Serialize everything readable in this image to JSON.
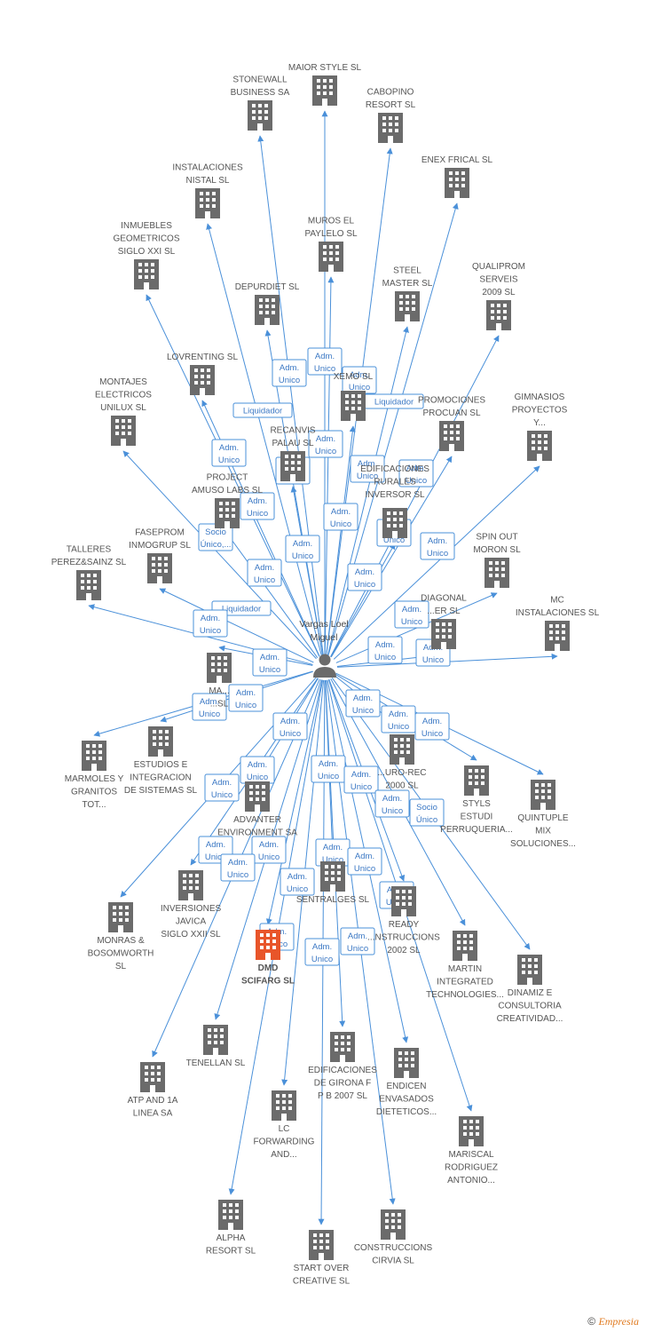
{
  "center": {
    "name": "Vargas Loel Miguel",
    "icon": "person-icon"
  },
  "colors": {
    "edge": "#4a90d9",
    "building": "#6b6b6b",
    "highlight": "#e8552a"
  },
  "companies": [
    {
      "id": "maior",
      "name": "MAIOR STYLE SL"
    },
    {
      "id": "stonewall",
      "name": "STONEWALL BUSINESS SA"
    },
    {
      "id": "cabopino",
      "name": "CABOPINO RESORT SL"
    },
    {
      "id": "instalaciones-nistal",
      "name": "INSTALACIONES NISTAL SL"
    },
    {
      "id": "enex",
      "name": "ENEX FRICAL SL"
    },
    {
      "id": "inmuebles",
      "name": "INMUEBLES GEOMETRICOS SIGLO XXI SL"
    },
    {
      "id": "muros",
      "name": "MUROS EL PAYLELO SL"
    },
    {
      "id": "steel",
      "name": "STEEL MASTER SL"
    },
    {
      "id": "qualiprom",
      "name": "QUALIPROM SERVEIS 2009 SL"
    },
    {
      "id": "depurdiet",
      "name": "DEPURDIET SL"
    },
    {
      "id": "lovrenting",
      "name": "LOVRENTING SL"
    },
    {
      "id": "xemo",
      "name": "XEMO SL"
    },
    {
      "id": "montajes",
      "name": "MONTAJES ELECTRICOS UNILUX SL"
    },
    {
      "id": "promociones",
      "name": "PROMOCIONES PROCUAN SL"
    },
    {
      "id": "gimnasios",
      "name": "GIMNASIOS PROYECTOS Y..."
    },
    {
      "id": "recanvis",
      "name": "RECANVIS PALAU SL"
    },
    {
      "id": "project",
      "name": "PROJECT AMUSO LABS SL"
    },
    {
      "id": "inversor",
      "name": "EDIFICACIONES RURALES INVERSOR SL"
    },
    {
      "id": "faseprom",
      "name": "FASEPROM INMOGRUP SL"
    },
    {
      "id": "spin",
      "name": "SPIN OUT MORON SL"
    },
    {
      "id": "talleres",
      "name": "TALLERES PEREZ&SAINZ SL"
    },
    {
      "id": "diagonal",
      "name": "DIAGONAL...ER SL"
    },
    {
      "id": "mc",
      "name": "MC INSTALACIONES SL"
    },
    {
      "id": "mar-left",
      "name": "MA... ...SL"
    },
    {
      "id": "marmoles",
      "name": "MARMOLES Y GRANITOS TOT..."
    },
    {
      "id": "estudios",
      "name": "ESTUDIOS E INTEGRACION DE SISTEMAS SL"
    },
    {
      "id": "euro-rec",
      "name": "...URO-REC 2000 SL"
    },
    {
      "id": "styls",
      "name": "STYLS ESTUDI PERRUQUERIA..."
    },
    {
      "id": "quintuple",
      "name": "QUINTUPLE MIX SOLUCIONES..."
    },
    {
      "id": "advanter",
      "name": "ADVANTER ENVIRONMENT SA"
    },
    {
      "id": "inversiones",
      "name": "INVERSIONES JAVICA SIGLO XXII SL"
    },
    {
      "id": "monras",
      "name": "MONRAS & BOSOMWORTH SL"
    },
    {
      "id": "sentralges",
      "name": "SENTRALGES SL"
    },
    {
      "id": "ready",
      "name": "READY ...NSTRUCCIONS 2002 SL"
    },
    {
      "id": "dmd",
      "name": "DMD SCIFARG SL"
    },
    {
      "id": "martin",
      "name": "MARTIN INTEGRATED TECHNOLOGIES..."
    },
    {
      "id": "dinamiz",
      "name": "DINAMIZ E CONSULTORIA CREATIVIDAD..."
    },
    {
      "id": "tenellan",
      "name": "TENELLAN SL"
    },
    {
      "id": "atp",
      "name": "ATP AND 1A LINEA SA"
    },
    {
      "id": "edificaciones",
      "name": "EDIFICACIONES DE GIRONA F P B 2007 SL"
    },
    {
      "id": "endicen",
      "name": "ENDICEN ENVASADOS DIETETICOS..."
    },
    {
      "id": "lc",
      "name": "LC FORWARDING AND..."
    },
    {
      "id": "mariscal",
      "name": "MARISCAL RODRIGUEZ ANTONIO..."
    },
    {
      "id": "alpha",
      "name": "ALPHA RESORT SL"
    },
    {
      "id": "start",
      "name": "START OVER CREATIVE SL"
    },
    {
      "id": "construccions",
      "name": "CONSTRUCCIONS CIRVIA SL"
    }
  ],
  "edge_labels": [
    "Adm. Unico",
    "Adm. Unico",
    "Adm. Unico",
    "Liquidador",
    "Liquidador",
    "Adm. Unico",
    "Adm. Unico",
    "Adm. Unico",
    "Adm. Unico",
    "Adm. Unico",
    "Socio Único,...",
    "Adm. Unico",
    "Adm. Unico",
    "Adm. Unico",
    "Adm. Unico",
    "Adm. Unico",
    "Adm. Unico",
    "Liquidador",
    "Adm. Unico",
    "Adm. Unico",
    "Adm. Unico",
    "Adm. Unico",
    "Adm. Unico",
    "Adm. Unico",
    "Adm. Unico",
    "Adm. Unico",
    "Adm. Unico",
    "Adm. Unico",
    "Adm. Unico",
    "Adm. Unico",
    "Adm. Unico",
    "Adm. Unico",
    "Adm. Unico",
    "Adm. Unico",
    "Adm. Unico",
    "Socio Único",
    "Adm. Unico",
    "Adm. Unico",
    "Adm. Unico",
    "Adm. Unico",
    "Adm. Unico",
    "Adm. Unico",
    "Adm. Unico",
    "Adm. Unico",
    "Adm. Unico",
    "Adm. Unico"
  ],
  "footer": {
    "copyright_symbol": "©",
    "brand": "Empresia"
  }
}
